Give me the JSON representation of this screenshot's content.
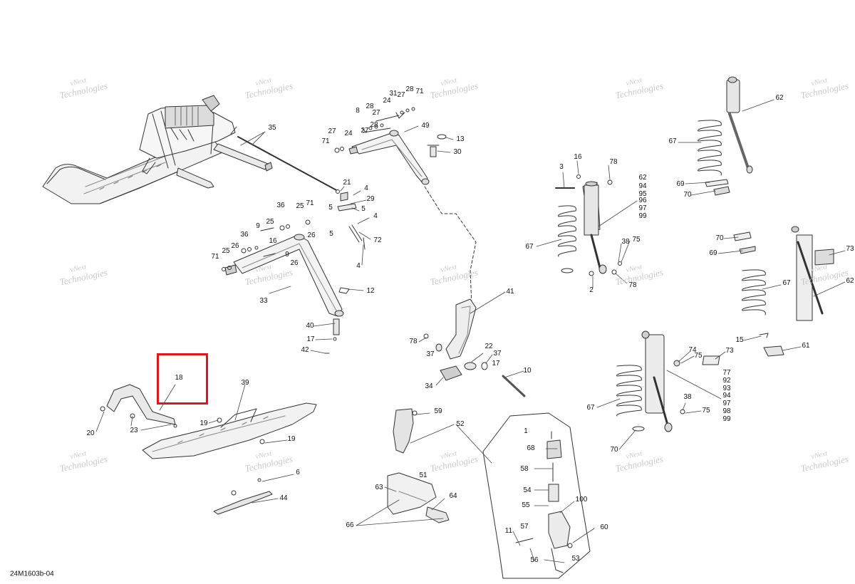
{
  "diagram": {
    "reference_code": "24M1603b-04",
    "watermark": {
      "line1": "vNext",
      "line2": "Technologies"
    },
    "highlight_color": "#e0161b",
    "line_color": "#333333",
    "callouts": [
      {
        "id": "c35",
        "label": "35"
      },
      {
        "id": "c21",
        "label": "21"
      },
      {
        "id": "c4a",
        "label": "4"
      },
      {
        "id": "c5a",
        "label": "5"
      },
      {
        "id": "c29",
        "label": "29"
      },
      {
        "id": "c5b",
        "label": "5"
      },
      {
        "id": "c4b",
        "label": "4"
      },
      {
        "id": "c5c",
        "label": "5"
      },
      {
        "id": "c72",
        "label": "72"
      },
      {
        "id": "c4c",
        "label": "4"
      },
      {
        "id": "c12",
        "label": "12"
      },
      {
        "id": "c36a",
        "label": "36"
      },
      {
        "id": "c25a",
        "label": "25"
      },
      {
        "id": "c71a",
        "label": "71"
      },
      {
        "id": "c25b",
        "label": "25"
      },
      {
        "id": "c9a",
        "label": "9"
      },
      {
        "id": "c26a",
        "label": "26"
      },
      {
        "id": "c36b",
        "label": "36"
      },
      {
        "id": "c71b",
        "label": "71"
      },
      {
        "id": "c25c",
        "label": "25"
      },
      {
        "id": "c26b",
        "label": "26"
      },
      {
        "id": "c16a",
        "label": "16"
      },
      {
        "id": "c9b",
        "label": "9"
      },
      {
        "id": "c26c",
        "label": "26"
      },
      {
        "id": "c33",
        "label": "33"
      },
      {
        "id": "c40",
        "label": "40"
      },
      {
        "id": "c17",
        "label": "17"
      },
      {
        "id": "c42",
        "label": "42"
      },
      {
        "id": "c8",
        "label": "8"
      },
      {
        "id": "c28a",
        "label": "28"
      },
      {
        "id": "c27a",
        "label": "27"
      },
      {
        "id": "c24a",
        "label": "24"
      },
      {
        "id": "c31",
        "label": "31"
      },
      {
        "id": "c27b",
        "label": "27"
      },
      {
        "id": "c28b",
        "label": "28"
      },
      {
        "id": "c71c",
        "label": "71"
      },
      {
        "id": "c49",
        "label": "49"
      },
      {
        "id": "c27c",
        "label": "27"
      },
      {
        "id": "c24b",
        "label": "24"
      },
      {
        "id": "c27d",
        "label": "27"
      },
      {
        "id": "c28c",
        "label": "28"
      },
      {
        "id": "c71d",
        "label": "71"
      },
      {
        "id": "c13",
        "label": "13"
      },
      {
        "id": "c30",
        "label": "30"
      },
      {
        "id": "c41",
        "label": "41"
      },
      {
        "id": "c78a",
        "label": "78"
      },
      {
        "id": "c37a",
        "label": "37"
      },
      {
        "id": "c22",
        "label": "22"
      },
      {
        "id": "c37b",
        "label": "37"
      },
      {
        "id": "c17b",
        "label": "17"
      },
      {
        "id": "c10",
        "label": "10"
      },
      {
        "id": "c34",
        "label": "34"
      },
      {
        "id": "c18",
        "label": "18"
      },
      {
        "id": "c39",
        "label": "39"
      },
      {
        "id": "c19a",
        "label": "19"
      },
      {
        "id": "c19b",
        "label": "19"
      },
      {
        "id": "c20",
        "label": "20"
      },
      {
        "id": "c23",
        "label": "23"
      },
      {
        "id": "c6",
        "label": "6"
      },
      {
        "id": "c44",
        "label": "44"
      },
      {
        "id": "c59",
        "label": "59"
      },
      {
        "id": "c52",
        "label": "52"
      },
      {
        "id": "c51",
        "label": "51"
      },
      {
        "id": "c63",
        "label": "63"
      },
      {
        "id": "c64",
        "label": "64"
      },
      {
        "id": "c66",
        "label": "66"
      },
      {
        "id": "c1",
        "label": "1"
      },
      {
        "id": "c68",
        "label": "68"
      },
      {
        "id": "c58",
        "label": "58"
      },
      {
        "id": "c54",
        "label": "54"
      },
      {
        "id": "c55",
        "label": "55"
      },
      {
        "id": "c100",
        "label": "100"
      },
      {
        "id": "c11",
        "label": "11"
      },
      {
        "id": "c57",
        "label": "57"
      },
      {
        "id": "c60",
        "label": "60"
      },
      {
        "id": "c56",
        "label": "56"
      },
      {
        "id": "c53",
        "label": "53"
      },
      {
        "id": "c3",
        "label": "3"
      },
      {
        "id": "c16b",
        "label": "16"
      },
      {
        "id": "c78b",
        "label": "78"
      },
      {
        "id": "c62a",
        "label": "62"
      },
      {
        "id": "c94a",
        "label": "94"
      },
      {
        "id": "c95a",
        "label": "95"
      },
      {
        "id": "c96",
        "label": "96"
      },
      {
        "id": "c97a",
        "label": "97"
      },
      {
        "id": "c99a",
        "label": "99"
      },
      {
        "id": "c67a",
        "label": "67"
      },
      {
        "id": "c38a",
        "label": "38"
      },
      {
        "id": "c75a",
        "label": "75"
      },
      {
        "id": "c2",
        "label": "2"
      },
      {
        "id": "c78c",
        "label": "78"
      },
      {
        "id": "c62b",
        "label": "62"
      },
      {
        "id": "c67b",
        "label": "67"
      },
      {
        "id": "c69a",
        "label": "69"
      },
      {
        "id": "c70a",
        "label": "70"
      },
      {
        "id": "c70b",
        "label": "70"
      },
      {
        "id": "c69b",
        "label": "69"
      },
      {
        "id": "c73a",
        "label": "73"
      },
      {
        "id": "c62c",
        "label": "62"
      },
      {
        "id": "c67c",
        "label": "67"
      },
      {
        "id": "c15",
        "label": "15"
      },
      {
        "id": "c61",
        "label": "61"
      },
      {
        "id": "c74",
        "label": "74"
      },
      {
        "id": "c75b",
        "label": "75"
      },
      {
        "id": "c73b",
        "label": "73"
      },
      {
        "id": "c77",
        "label": "77"
      },
      {
        "id": "c92",
        "label": "92"
      },
      {
        "id": "c93",
        "label": "93"
      },
      {
        "id": "c94b",
        "label": "94"
      },
      {
        "id": "c97b",
        "label": "97"
      },
      {
        "id": "c98",
        "label": "98"
      },
      {
        "id": "c99b",
        "label": "99"
      },
      {
        "id": "c67d",
        "label": "67"
      },
      {
        "id": "c38b",
        "label": "38"
      },
      {
        "id": "c75c",
        "label": "75"
      },
      {
        "id": "c70c",
        "label": "70"
      }
    ]
  }
}
